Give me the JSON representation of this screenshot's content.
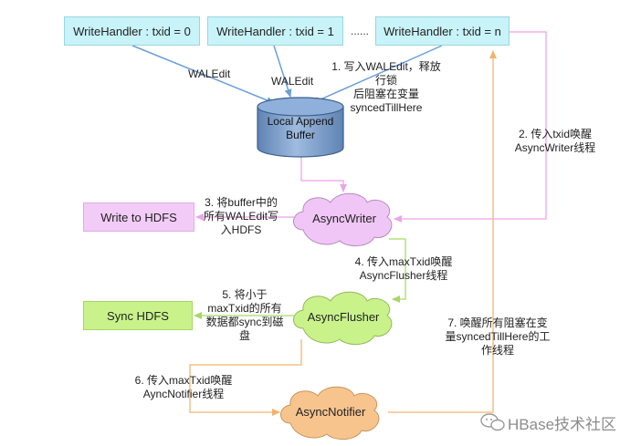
{
  "handlers": [
    "WriteHandler : txid = 0",
    "WriteHandler : txid = 1",
    "WriteHandler : txid = n"
  ],
  "handlers_ellipsis": "......",
  "wal_edit_labels": [
    "WALEdit",
    "WALEdit"
  ],
  "buffer_label": "Local Append\nBuffer",
  "nodes": {
    "async_writer": "AsyncWriter",
    "async_flusher": "AsyncFlusher",
    "async_notifier": "AsyncNotifier",
    "write_hdfs": "Write to HDFS",
    "sync_hdfs": "Sync HDFS"
  },
  "steps": {
    "s1": "1. 写入WALEdit，释放行锁\n后阻塞在变量\nsyncedTillHere",
    "s2": "2. 传入txid唤醒\nAsyncWriter线程",
    "s3": "3. 将buffer中的\n所有WALEdit写\n入HDFS",
    "s4": "4. 传入maxTxid唤醒\nAsyncFlusher线程",
    "s5": "5. 将小于\nmaxTxid的所有\n数据都sync到磁\n盘",
    "s6": "6. 传入maxTxid唤醒\nAyncNotifier线程",
    "s7": "7. 唤醒所有阻塞在变\n量syncedTillHere的工\n作线程"
  },
  "watermark": "HBase技术社区",
  "colors": {
    "handler_fill": "#c8f3f9",
    "buffer_fill": "#7a9bc4",
    "writer_fill": "#f0c6f6",
    "flusher_fill": "#c9f38a",
    "notifier_fill": "#f7c48e",
    "hdfs_write_fill": "#f2ccf6",
    "hdfs_sync_fill": "#c9f38a",
    "arrow_blue": "#6c9fd8",
    "arrow_pink": "#f0b0ee",
    "arrow_green": "#b6e27a",
    "arrow_orange": "#f5bf86"
  }
}
